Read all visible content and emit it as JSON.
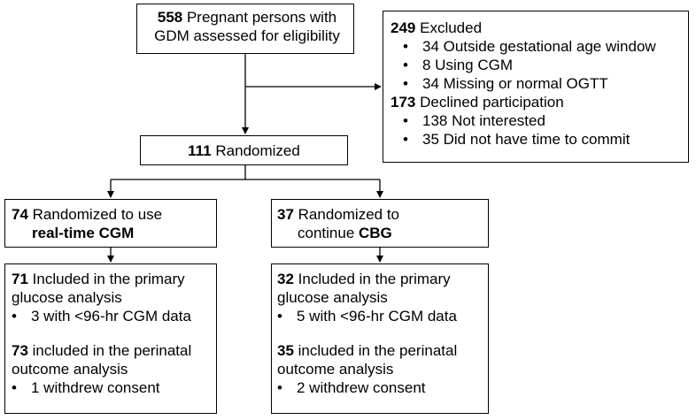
{
  "assessed": {
    "count": "558",
    "line1": "Pregnant persons with",
    "line2": "GDM assessed for eligibility"
  },
  "excluded": {
    "count": "249",
    "label": "Excluded",
    "reasons": [
      "34 Outside gestational age window",
      "8 Using CGM",
      "34 Missing or normal OGTT"
    ],
    "declined_count": "173",
    "declined_label": "Declined participation",
    "declined_reasons": [
      "138 Not interested",
      "35 Did not have time to commit"
    ]
  },
  "randomized": {
    "count": "111",
    "label": "Randomized"
  },
  "arms": [
    {
      "count": "74",
      "line1": "Randomized to use",
      "line2_prefix": "",
      "line2_bold": "real-time CGM",
      "primary_count": "71",
      "primary_line1": "Included in the primary",
      "primary_line2": "glucose analysis",
      "primary_bullet": "3 with <96-hr CGM data",
      "perinatal_count": "73",
      "perinatal_line1": "included in the perinatal",
      "perinatal_line2": "outcome analysis",
      "perinatal_bullet": "1 withdrew consent"
    },
    {
      "count": "37",
      "line1": "Randomized to",
      "line2_prefix": "continue ",
      "line2_bold": "CBG",
      "primary_count": "32",
      "primary_line1": "Included in the primary",
      "primary_line2": "glucose analysis",
      "primary_bullet": "5 with <96-hr CGM data",
      "perinatal_count": "35",
      "perinatal_line1": "included in the perinatal",
      "perinatal_line2": "outcome analysis",
      "perinatal_bullet": "2 withdrew consent"
    }
  ],
  "bullet_char": "•"
}
